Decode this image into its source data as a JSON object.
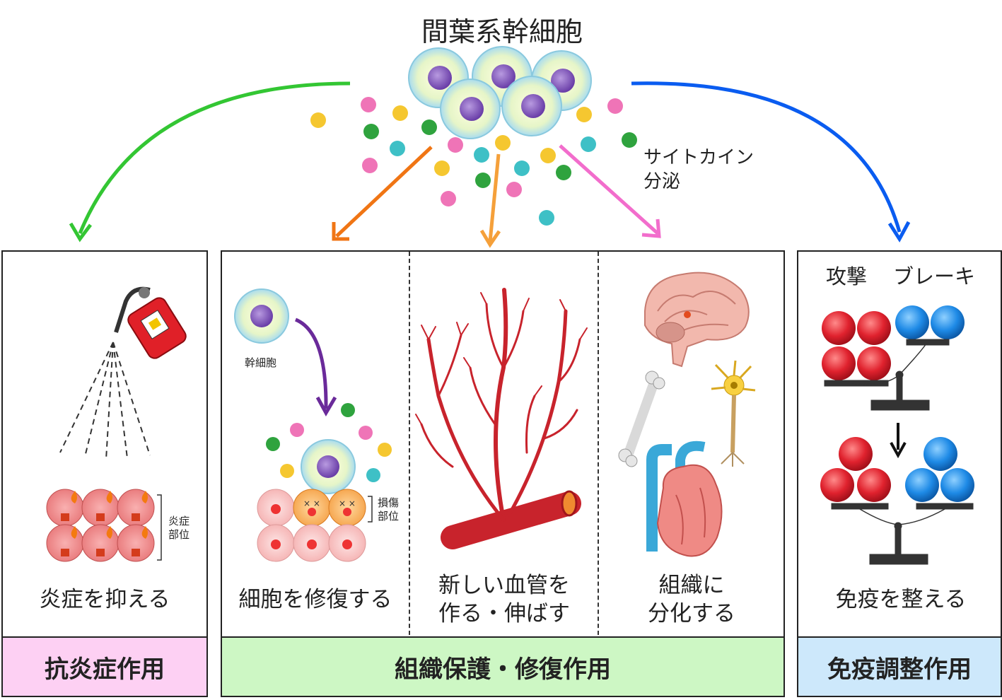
{
  "header": {
    "title": "間葉系幹細胞",
    "secretion_line1": "サイトカイン",
    "secretion_line2": "分泌"
  },
  "panels": {
    "anti_inflammatory": {
      "caption": "炎症を抑える",
      "site_line1": "炎症",
      "site_line2": "部位",
      "footer": "抗炎症作用"
    },
    "tissue_protection": {
      "repair_caption": "細胞を修復する",
      "stem_label": "幹細胞",
      "damage_line1": "損傷",
      "damage_line2": "部位",
      "vessel_caption_line1": "新しい血管を",
      "vessel_caption_line2": "作る・伸ばす",
      "diff_caption_line1": "組織に",
      "diff_caption_line2": "分化する",
      "footer": "組織保護・修復作用"
    },
    "immune": {
      "attack_label": "攻撃",
      "brake_label": "ブレーキ",
      "caption": "免疫を整える",
      "footer": "免疫調整作用"
    }
  },
  "colors": {
    "green_arrow": "#33c633",
    "blue_arrow": "#0a5cf0",
    "orange_arrow": "#f07514",
    "pink_arrow": "#f26dcc",
    "purple_arrow": "#6a2a9a",
    "footer_pink": "#fdd0f3",
    "footer_green": "#cdf7c4",
    "footer_blue": "#cde8fb"
  }
}
